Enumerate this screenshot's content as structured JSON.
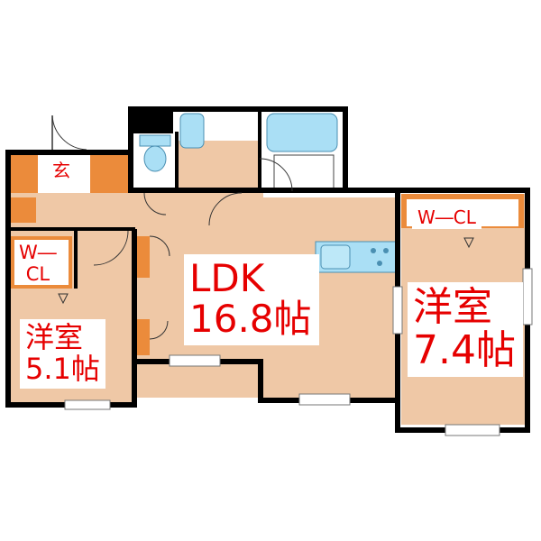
{
  "colors": {
    "floor": "#efc8a6",
    "closet": "#eb8b3b",
    "wall": "#000000",
    "fixture": "#aadff5",
    "fixture_line": "#4a8fb2",
    "label_text": "#e60000",
    "label_bg": "#ffffff"
  },
  "rooms": {
    "ldk": {
      "name": "LDK",
      "size": "16.8帖"
    },
    "western_large": {
      "name": "洋室",
      "size": "7.4帖"
    },
    "western_small": {
      "name": "洋室",
      "size": "5.1帖"
    },
    "closet_large": {
      "name": "W―CL"
    },
    "closet_small": {
      "line1": "W―",
      "line2": "CL"
    },
    "entrance": {
      "name": "玄"
    }
  },
  "icons": [
    "bathtub-icon",
    "toilet-icon",
    "washbasin-icon",
    "kitchen-sink-icon",
    "stove-icon",
    "refrigerator-icon",
    "door-swing-icon",
    "window-icon"
  ]
}
